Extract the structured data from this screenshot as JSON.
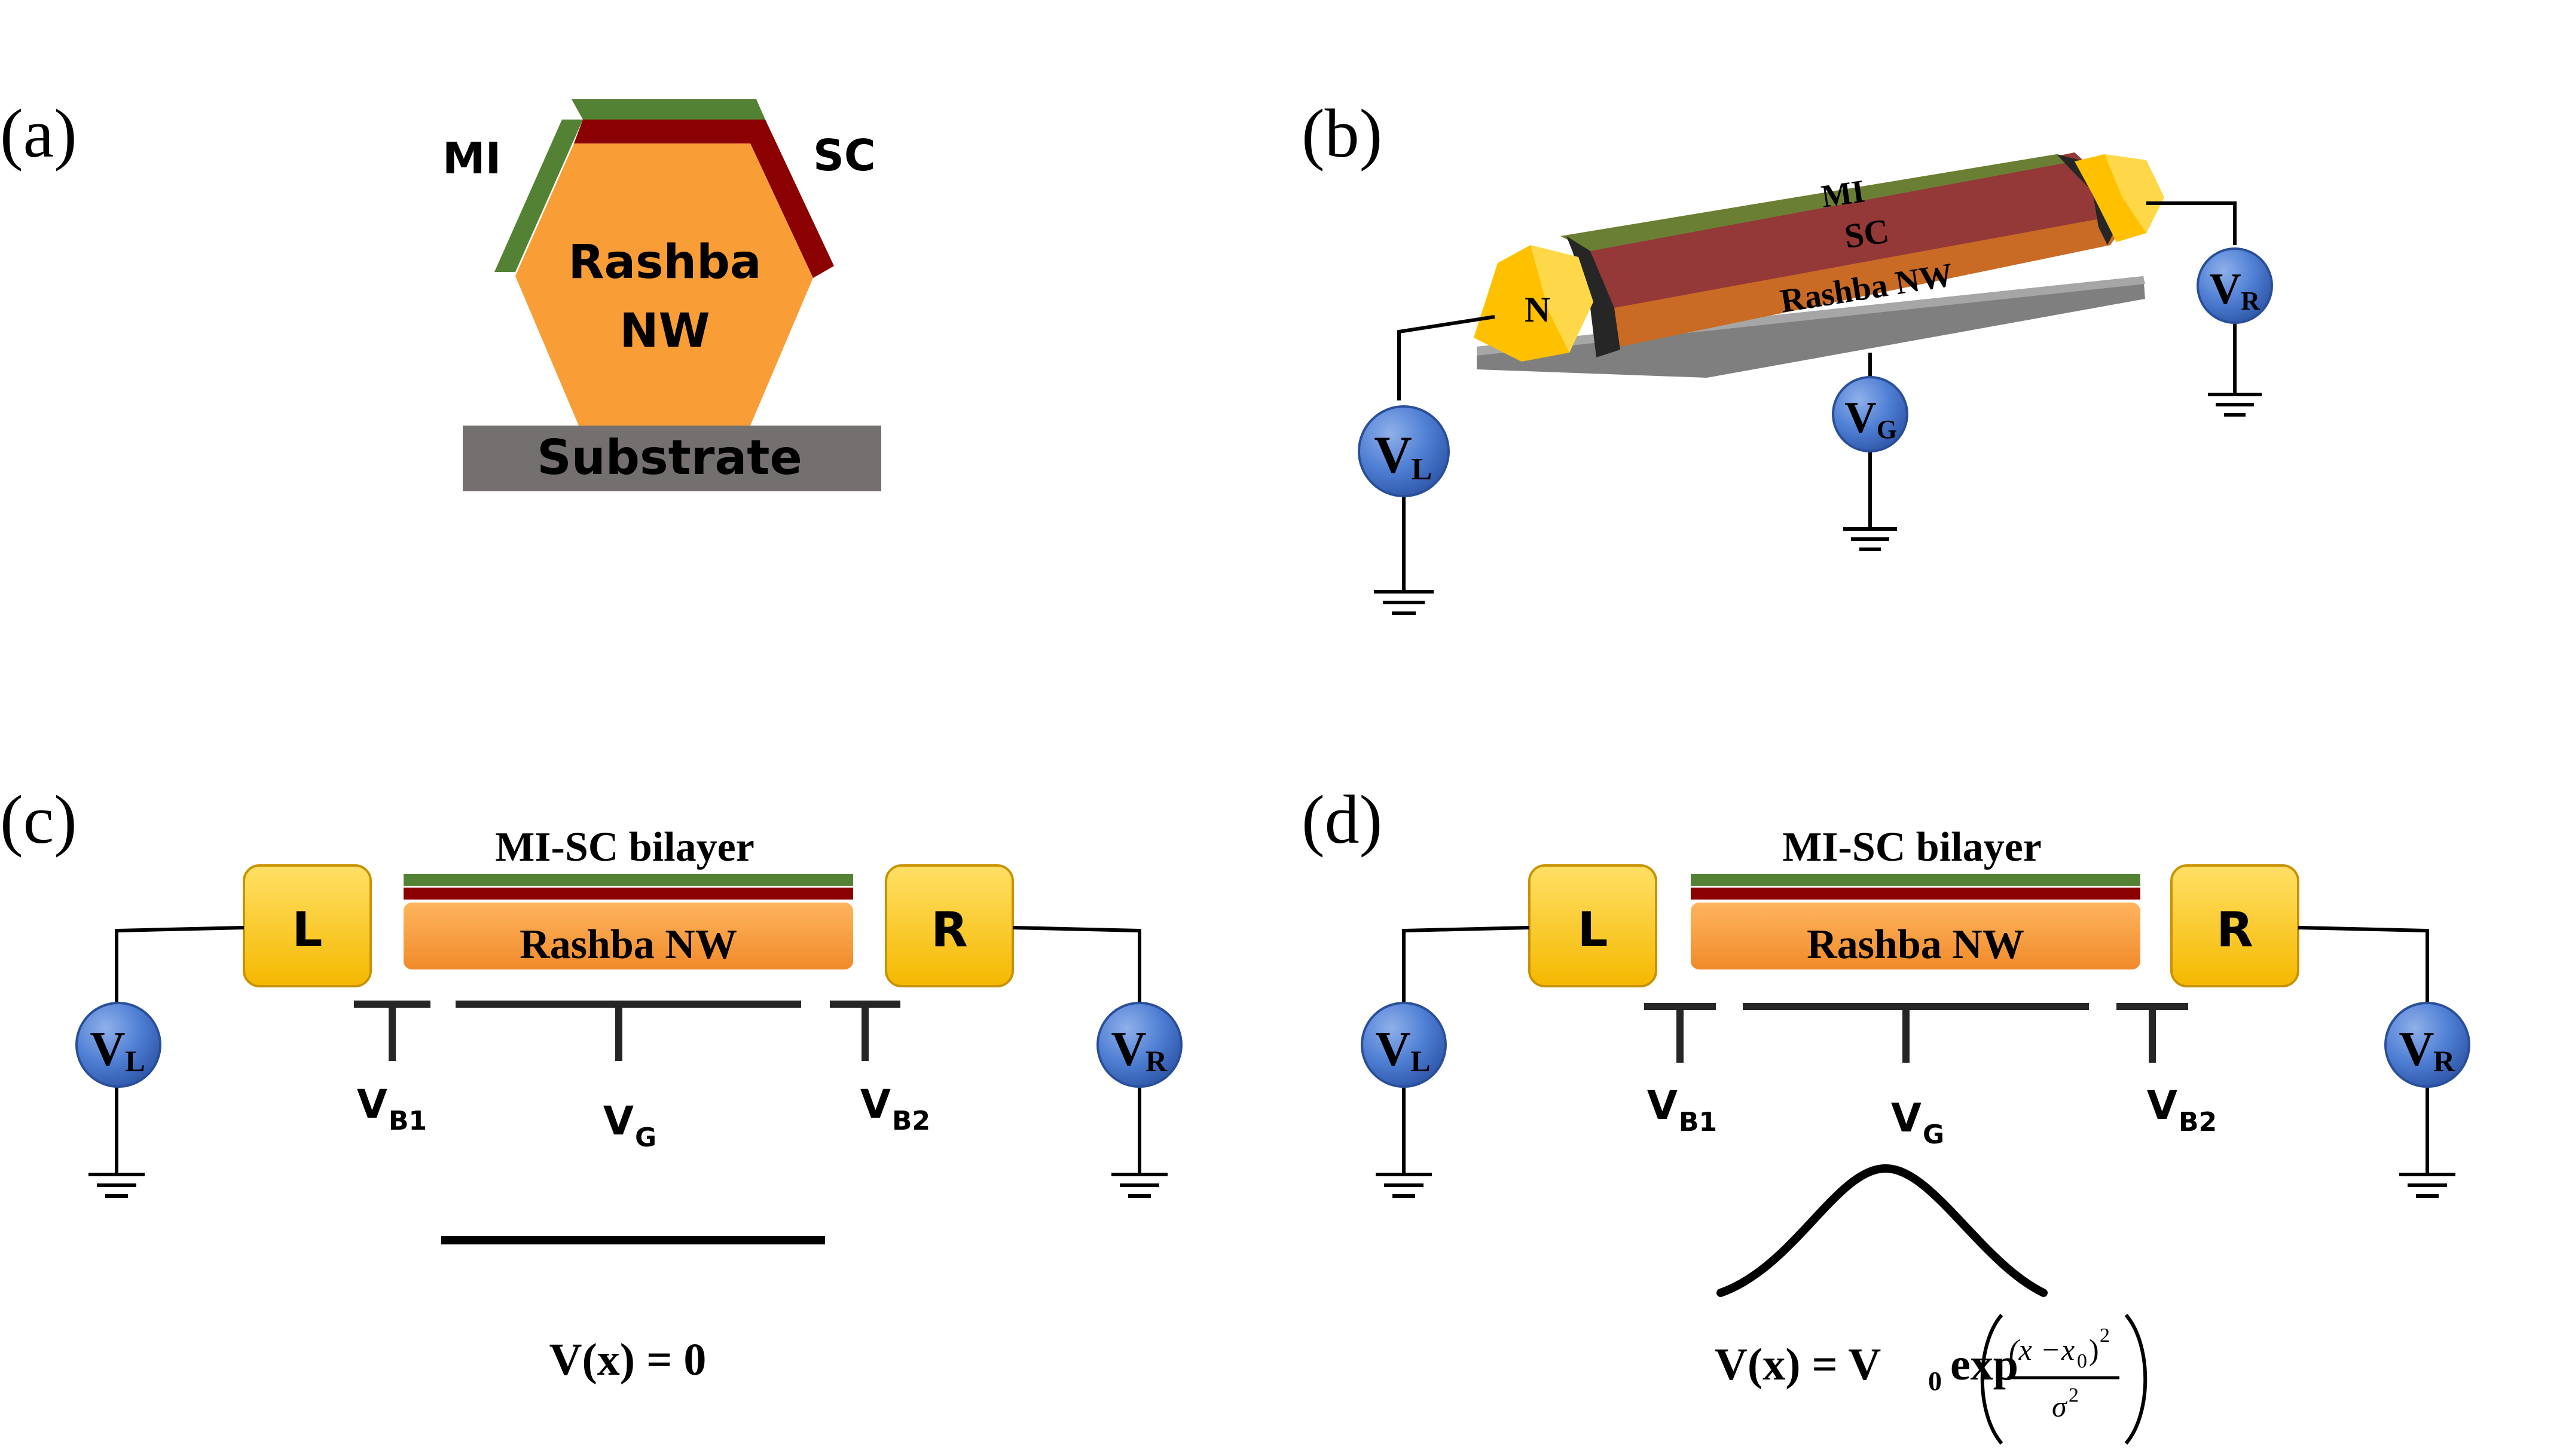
{
  "panels": {
    "a": {
      "tag": "(a)",
      "mi": "MI",
      "sc": "SC",
      "nw_line1": "Rashba",
      "nw_line2": "NW",
      "substrate": "Substrate"
    },
    "b": {
      "tag": "(b)",
      "mi": "MI",
      "sc": "SC",
      "nw": "Rashba NW",
      "n": "N",
      "vl": {
        "main": "V",
        "sub": "L"
      },
      "vr": {
        "main": "V",
        "sub": "R"
      },
      "vg": {
        "main": "V",
        "sub": "G"
      }
    },
    "c": {
      "tag": "(c)",
      "bilayer": "MI-SC bilayer",
      "nw": "Rashba NW",
      "left": "L",
      "right": "R",
      "vl": {
        "main": "V",
        "sub": "L"
      },
      "vr": {
        "main": "V",
        "sub": "R"
      },
      "vb1": {
        "main": "V",
        "sub": "B1"
      },
      "vg": {
        "main": "V",
        "sub": "G"
      },
      "vb2": {
        "main": "V",
        "sub": "B2"
      },
      "potential": "V(x) = 0"
    },
    "d": {
      "tag": "(d)",
      "bilayer": "MI-SC bilayer",
      "nw": "Rashba NW",
      "left": "L",
      "right": "R",
      "vl": {
        "main": "V",
        "sub": "L"
      },
      "vr": {
        "main": "V",
        "sub": "R"
      },
      "vb1": {
        "main": "V",
        "sub": "B1"
      },
      "vg": {
        "main": "V",
        "sub": "G"
      },
      "vb2": {
        "main": "V",
        "sub": "B2"
      },
      "potential": {
        "lhs": "V(x) = V",
        "v0_sub": "0",
        "exp": "exp",
        "num_a": "(x",
        "num_minus": "−",
        "num_b": "x",
        "num_b_sub": "0",
        "num_c": ")",
        "num_sup": "2",
        "den": "σ",
        "den_sup": "2"
      }
    }
  },
  "colors": {
    "mi": "#548235",
    "sc": "#8b0000",
    "nw": "#f79a35",
    "substrate": "#757171",
    "lead": "#ffc000",
    "meter": "#4472c4",
    "wire": "#000000"
  }
}
